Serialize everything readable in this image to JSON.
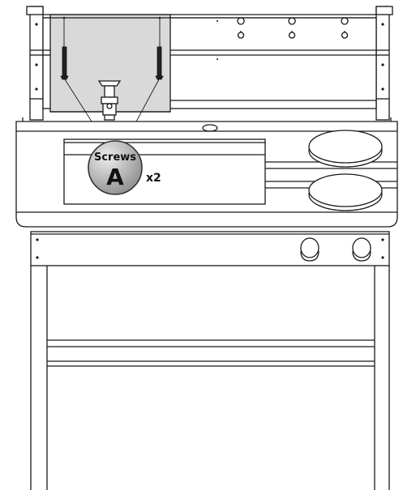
{
  "callout": {
    "label_top": "Screws",
    "label_letter": "A",
    "quantity": "x2"
  },
  "colors": {
    "line": "#1a1a1a",
    "bracket_fill": "#d9d9d9",
    "callout_fill_light": "#e6e6e6",
    "callout_fill_dark": "#9a9a9a"
  },
  "icons": [
    "screw-icon",
    "mounting-bracket-icon",
    "keyhole-slot-icon",
    "knob-icon",
    "burner-pad-icon"
  ]
}
